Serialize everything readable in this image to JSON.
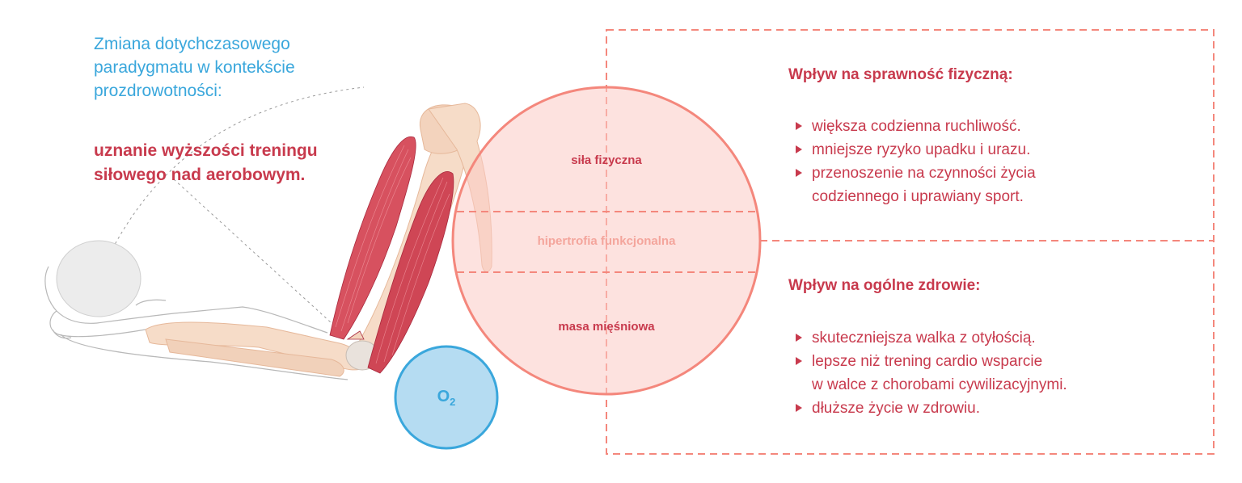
{
  "intro": {
    "lines": [
      "Zmiana dotychczasowego",
      "paradygmatu w kontekście",
      "prozdrowotności:"
    ]
  },
  "highlight": {
    "lines": [
      "uznanie wyższości treningu",
      "siłowego nad aerobowym."
    ]
  },
  "circle": {
    "sections": [
      {
        "label": "siła fizyczna"
      },
      {
        "label": "hipertrofia funkcjonalna"
      },
      {
        "label": "masa mięśniowa"
      }
    ]
  },
  "oxygen": {
    "symbol": "O",
    "subscript": "2"
  },
  "panels": {
    "fitness": {
      "title": "Wpływ na sprawność fizyczną:",
      "items": [
        {
          "lines": [
            "większa codzienna ruchliwość."
          ]
        },
        {
          "lines": [
            "mniejsze ryzyko upadku i urazu."
          ]
        },
        {
          "lines": [
            "przenoszenie na czynności życia",
            "codziennego i uprawiany sport."
          ]
        }
      ]
    },
    "health": {
      "title": "Wpływ na ogólne zdrowie:",
      "items": [
        {
          "lines": [
            "skuteczniejsza walka z otyłością."
          ]
        },
        {
          "lines": [
            "lepsze niż trening cardio wsparcie",
            "w walce z chorobami cywilizacyjnymi."
          ]
        },
        {
          "lines": [
            "dłuższe życie w zdrowiu."
          ]
        }
      ]
    }
  },
  "colors": {
    "blue": "#3aa7dc",
    "red": "#c83a4d",
    "salmon": "#f4877c",
    "circle_fill": "#fbcbc4",
    "o2_fill": "#b5dcf2"
  }
}
